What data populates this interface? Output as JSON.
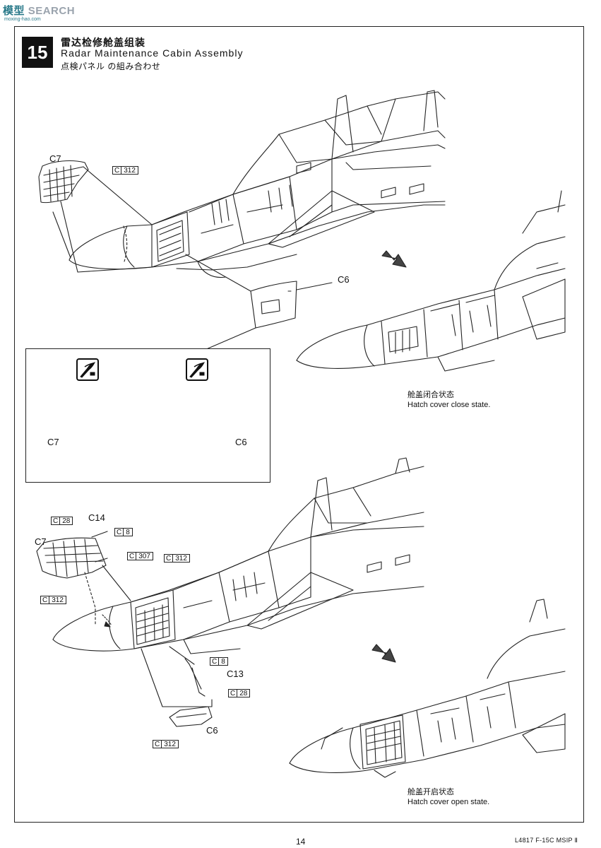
{
  "watermark": {
    "brand_cn": "模型",
    "brand_en": "SEARCH",
    "site": "moxing-hao.com"
  },
  "step": {
    "number": "15",
    "title_cn": "雷达检修舱盖组装",
    "title_en": "Radar Maintenance Cabin Assembly",
    "title_jp": "点検パネル の組み合わせ"
  },
  "top_section": {
    "part_c7": "C7",
    "part_c6": "C6",
    "ref_c312": {
      "letter": "C",
      "num": "312"
    },
    "inset": {
      "left_label": "C7",
      "right_label": "C6",
      "icon_left": "cement-icon",
      "icon_right": "cement-icon"
    },
    "state_cn": "舱盖闭合状态",
    "state_en": "Hatch cover close state."
  },
  "bottom_section": {
    "part_c7": "C7",
    "part_c14": "C14",
    "part_c13": "C13",
    "part_c6": "C6",
    "ref_c28_top": {
      "letter": "C",
      "num": "28"
    },
    "ref_c8_top": {
      "letter": "C",
      "num": "8"
    },
    "ref_c307": {
      "letter": "C",
      "num": "307"
    },
    "ref_c312_mid": {
      "letter": "C",
      "num": "312"
    },
    "ref_c312_left": {
      "letter": "C",
      "num": "312"
    },
    "ref_c8_bottom": {
      "letter": "C",
      "num": "8"
    },
    "ref_c28_bottom": {
      "letter": "C",
      "num": "28"
    },
    "ref_c312_bottom": {
      "letter": "C",
      "num": "312"
    },
    "state_cn": "舱盖开启状态",
    "state_en": "Hatch cover open state."
  },
  "footer": {
    "page": "14",
    "product": "L4817 F-15C MSIP Ⅱ"
  }
}
